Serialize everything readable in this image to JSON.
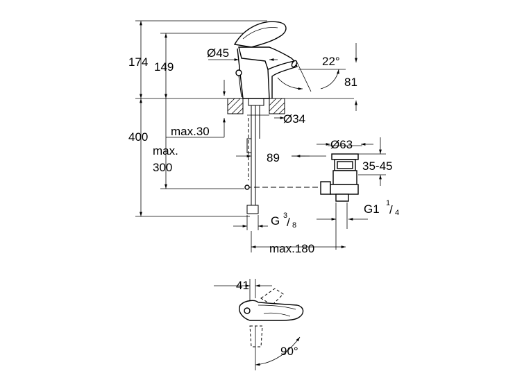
{
  "dimensions": {
    "h_total": "174",
    "h_spout": "149",
    "body_diameter": "Ø45",
    "spout_angle": "22°",
    "spout_height": "81",
    "hole_diameter": "Ø34",
    "max_deck": "max.30",
    "h_below": "400",
    "max_below_line1": "max.",
    "max_below_line2": "300",
    "drain_offset": "89",
    "drain_diameter": "Ø63",
    "drain_range": "35-45",
    "drain_thread_main": "G1",
    "drain_thread_num": "1",
    "drain_thread_den": "4",
    "hose_thread_main": "G",
    "hose_thread_num": "3",
    "hose_thread_den": "8",
    "max_reach": "max.180",
    "lever_length": "41",
    "lever_angle": "90°"
  }
}
